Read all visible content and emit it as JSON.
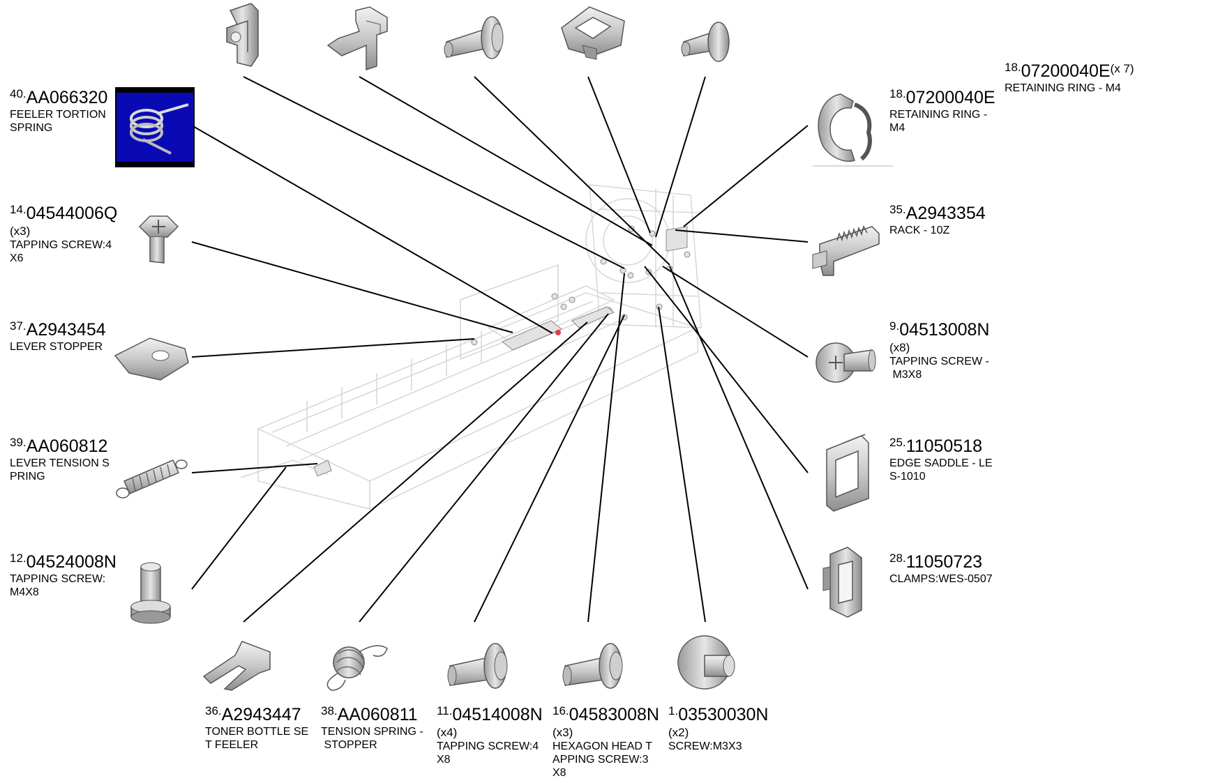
{
  "callouts": [
    {
      "id": "c40",
      "index": "40.",
      "part": "AA066320",
      "qty": "",
      "desc": "FEELER TORTION\nSPRING"
    },
    {
      "id": "c14",
      "index": "14.",
      "part": "04544006Q",
      "qty": "(x3)",
      "desc": "TAPPING SCREW:4\nX6"
    },
    {
      "id": "c37",
      "index": "37.",
      "part": "A2943454",
      "qty": "",
      "desc": "LEVER STOPPER"
    },
    {
      "id": "c39",
      "index": "39.",
      "part": "AA060812",
      "qty": "",
      "desc": "LEVER TENSION S\nPRING"
    },
    {
      "id": "c12",
      "index": "12.",
      "part": "04524008N",
      "qty": "",
      "desc": "TAPPING SCREW:\nM4X8"
    },
    {
      "id": "c36",
      "index": "36.",
      "part": "A2943447",
      "qty": "",
      "desc": "TONER BOTTLE SE\nT FEELER"
    },
    {
      "id": "c38",
      "index": "38.",
      "part": "AA060811",
      "qty": "",
      "desc": "TENSION SPRING -\n STOPPER"
    },
    {
      "id": "c11",
      "index": "11.",
      "part": "04514008N",
      "qty": "(x4)",
      "desc": "TAPPING SCREW:4\nX8"
    },
    {
      "id": "c16",
      "index": "16.",
      "part": "04583008N",
      "qty": "(x3)",
      "desc": "HEXAGON HEAD T\nAPPING SCREW:3\nX8"
    },
    {
      "id": "c1",
      "index": "1.",
      "part": "03530030N",
      "qty": "(x2)",
      "desc": "SCREW:M3X3"
    },
    {
      "id": "c18a",
      "index": "18.",
      "part": "07200040E",
      "qty": "",
      "desc": "RETAINING RING -\nM4"
    },
    {
      "id": "c35",
      "index": "35.",
      "part": "A2943354",
      "qty": "",
      "desc": "RACK - 10Z"
    },
    {
      "id": "c9",
      "index": "9.",
      "part": "04513008N",
      "qty": "(x8)",
      "desc": "TAPPING SCREW -\n M3X8"
    },
    {
      "id": "c25",
      "index": "25.",
      "part": "11050518",
      "qty": "",
      "desc": "EDGE SADDLE - LE\nS-1010"
    },
    {
      "id": "c28",
      "index": "28.",
      "part": "11050723",
      "qty": "",
      "desc": "CLAMPS:WES-0507"
    }
  ],
  "summary": {
    "index": "18.",
    "part": "07200040E",
    "qty": "(x 7)",
    "desc": "RETAINING RING - M4"
  },
  "colors": {
    "line": "#000000",
    "part_fill": "#d4d4d4",
    "part_stroke": "#555555",
    "thumb_bg": "#0a0ab4",
    "thumb_frame": "#000000",
    "assembly": "#bdbdbd"
  },
  "icons": [
    "tortion-spring-icon",
    "flange-screw-icon",
    "lever-stopper-plate-icon",
    "tension-spring-icon",
    "headed-pin-icon",
    "feeler-lever-icon",
    "coil-spring-icon",
    "screw-icon",
    "bracket-clip-icon",
    "retaining-ring-icon",
    "rack-icon",
    "edge-saddle-icon",
    "cable-clamp-icon"
  ]
}
